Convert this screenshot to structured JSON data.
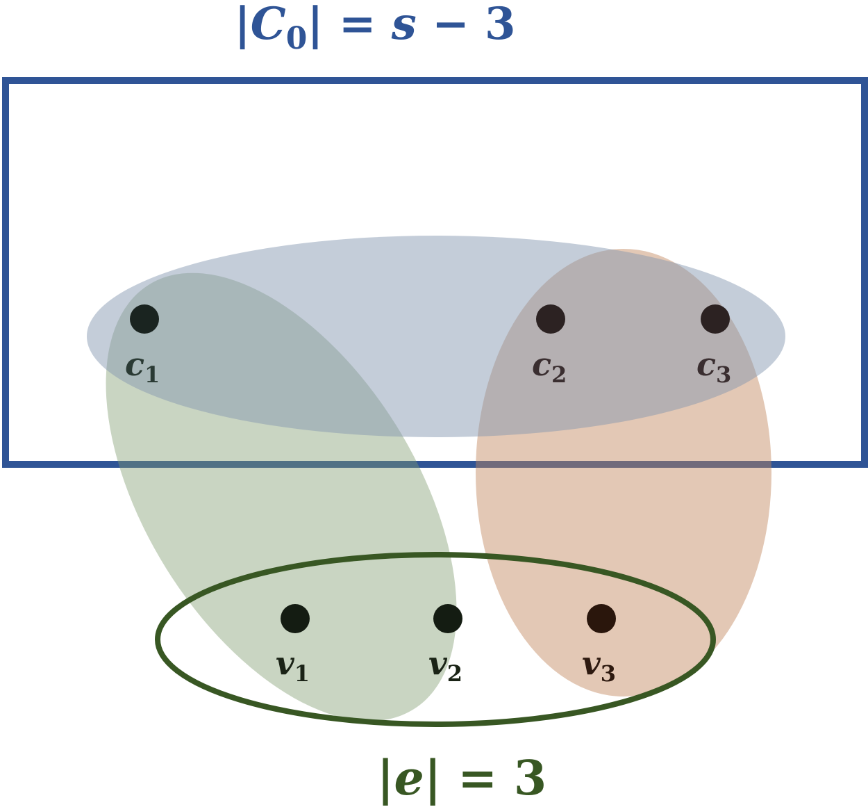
{
  "colors": {
    "c0_box": "#2f5496",
    "edge_ellipse": "#385723",
    "blue_region": "#8497b0",
    "green_region": "#7f9b6e",
    "orange_region": "#c0845c",
    "vertex": "#111111"
  },
  "c0_label": {
    "bar_left": "|",
    "symbol": "C",
    "subscript": "0",
    "bar_right": "|",
    "rest_eq": " = ",
    "rest_var": "s",
    "rest_tail": " − 3"
  },
  "e_label": {
    "bar_left": "|",
    "symbol": "e",
    "bar_right": "|",
    "rest": " = 3"
  },
  "vertices": {
    "c1": {
      "base": "c",
      "sub": "1"
    },
    "c2": {
      "base": "c",
      "sub": "2"
    },
    "c3": {
      "base": "c",
      "sub": "3"
    },
    "v1": {
      "base": "v",
      "sub": "1"
    },
    "v2": {
      "base": "v",
      "sub": "2"
    },
    "v3": {
      "base": "v",
      "sub": "3"
    }
  }
}
